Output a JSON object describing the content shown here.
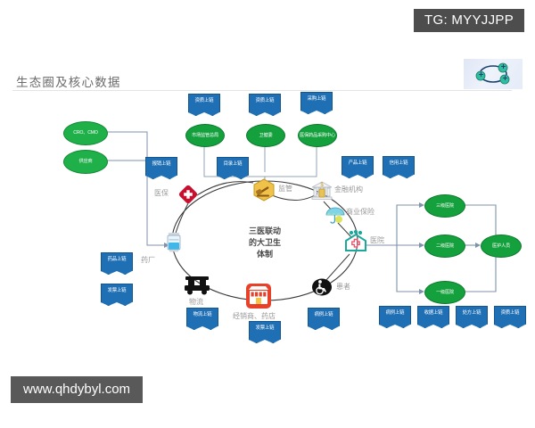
{
  "watermark": {
    "tg_tag": "TG: MYYJJPP",
    "url": "www.qhdybyl.com"
  },
  "header": {
    "title": "生态圈及核心数据",
    "logo_name": "blockchain-nodes-logo"
  },
  "diagram": {
    "center": {
      "line1": "三医联动",
      "line2": "的大卫生",
      "line3": "体制"
    },
    "hub_labels": [
      {
        "id": "medical-insurance",
        "text": "医保",
        "icon": "red-cross-icon"
      },
      {
        "id": "supervision",
        "text": "监管",
        "icon": "gavel-hexagon-icon"
      },
      {
        "id": "financial-institution",
        "text": "金融机构",
        "icon": "bank-icon"
      },
      {
        "id": "commercial-insurance",
        "text": "商业保险",
        "icon": "umbrella-icon"
      },
      {
        "id": "hospital",
        "text": "医院",
        "icon": "hospital-icon"
      },
      {
        "id": "patient",
        "text": "患者",
        "icon": "wheelchair-icon"
      },
      {
        "id": "distributor-pharmacy",
        "text": "经销商、药店",
        "icon": "storefront-icon"
      },
      {
        "id": "logistics",
        "text": "物流",
        "icon": "truck-icon"
      },
      {
        "id": "drug-factory",
        "text": "药厂",
        "icon": "vial-icon"
      }
    ],
    "top_banners": [
      {
        "id": "qualification-chain-1",
        "text": "资质上链"
      },
      {
        "id": "qualification-chain-2",
        "text": "资质上链"
      },
      {
        "id": "procurement-chain",
        "text": "采购上链"
      }
    ],
    "top_ellipses": [
      {
        "id": "market-supervision-bureau",
        "text": "市场监管总局"
      },
      {
        "id": "health-commission",
        "text": "卫健委"
      },
      {
        "id": "insurance-procurement-center",
        "text": "医保药品采购中心"
      }
    ],
    "mid_left_banners": [
      {
        "id": "reimbursement-chain",
        "text": "报销上链"
      },
      {
        "id": "catalog-chain",
        "text": "目录上链"
      }
    ],
    "mid_right_banners": [
      {
        "id": "product-chain",
        "text": "产品上链"
      },
      {
        "id": "credit-chain",
        "text": "信用上链"
      }
    ],
    "left_ellipses": [
      {
        "id": "cro-cmo",
        "text": "CRO、CMO"
      },
      {
        "id": "supplier",
        "text": "供应商"
      }
    ],
    "left_banners": [
      {
        "id": "drug-chain",
        "text": "药品上链"
      },
      {
        "id": "invoice-chain-left",
        "text": "发票上链"
      }
    ],
    "bottom_banners": [
      {
        "id": "logistics-chain",
        "text": "物流上链"
      },
      {
        "id": "invoice-chain-bottom",
        "text": "发票上链"
      },
      {
        "id": "case-chain-bottom",
        "text": "病例上链"
      }
    ],
    "right_ellipses": [
      {
        "id": "tertiary-hospital",
        "text": "三级医院"
      },
      {
        "id": "secondary-hospital",
        "text": "二级医院"
      },
      {
        "id": "primary-hospital",
        "text": "一级医院"
      },
      {
        "id": "medical-staff",
        "text": "医护人员"
      }
    ],
    "right_banners": [
      {
        "id": "case-chain-right",
        "text": "病例上链"
      },
      {
        "id": "receipt-chain",
        "text": "收据上链"
      },
      {
        "id": "prescription-chain",
        "text": "处方上链"
      },
      {
        "id": "qualification-chain-right",
        "text": "资质上链"
      }
    ]
  },
  "colors": {
    "banner_blue": "#1f6fb5",
    "ellipse_green": "#14a03c",
    "tag_gray": "#4d4d4d",
    "cross_red": "#c8102e",
    "store_red": "#e8412a",
    "hexagon_gold": "#e8b73a",
    "hospital_teal": "#1aa99a"
  }
}
